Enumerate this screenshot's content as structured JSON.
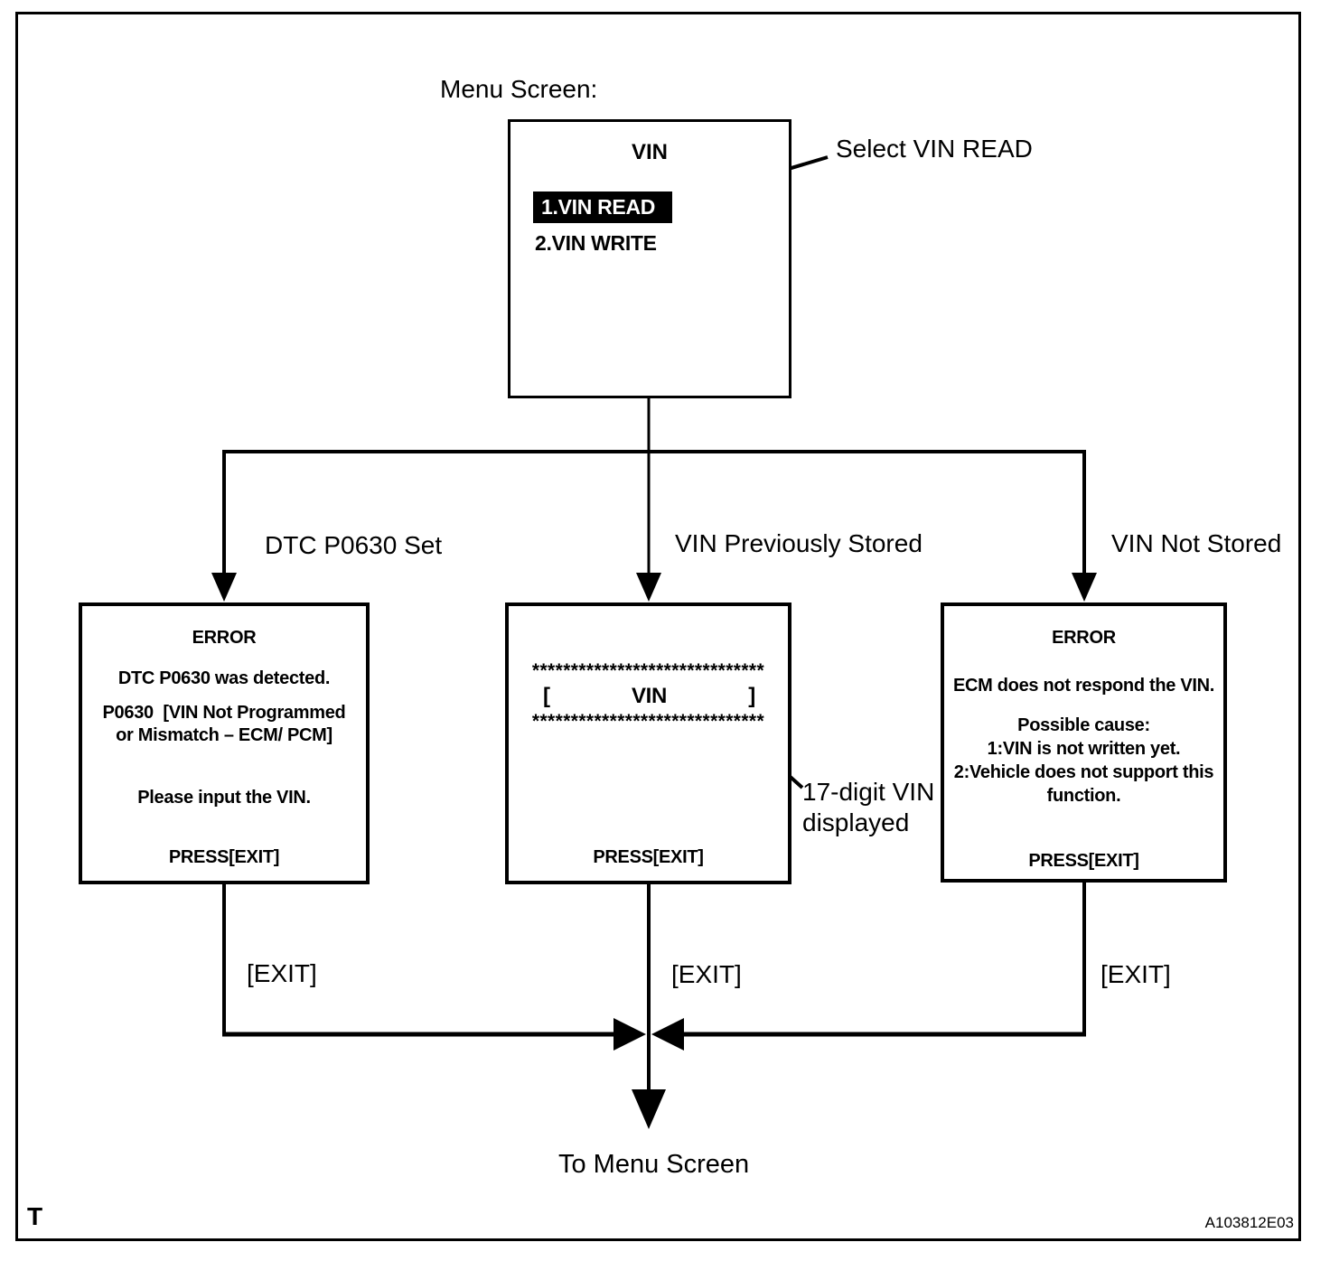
{
  "diagram": {
    "title": "Menu Screen:",
    "corner_letter": "T",
    "figure_code": "A103812E03",
    "footer_label": "To Menu Screen",
    "menu_screen": {
      "title": "VIN",
      "items": [
        {
          "label": "1.VIN READ",
          "selected": true
        },
        {
          "label": "2.VIN WRITE",
          "selected": false
        }
      ],
      "callout": "Select VIN READ"
    },
    "branches": [
      {
        "label": "DTC P0630 Set"
      },
      {
        "label": "VIN Previously Stored"
      },
      {
        "label": "VIN Not Stored"
      }
    ],
    "screens": {
      "dtc_error": {
        "title": "ERROR",
        "lines": [
          "DTC P0630 was detected.",
          "P0630  [VIN Not Programmed",
          "or Mismatch – ECM/ PCM]",
          "Please input the VIN."
        ],
        "footer": "PRESS[EXIT]"
      },
      "vin_display": {
        "asterisks": "******************************",
        "bracket_open": "[",
        "label": "VIN",
        "bracket_close": "]",
        "footer": "PRESS[EXIT]",
        "callout": "17-digit VIN displayed"
      },
      "ecm_error": {
        "title": "ERROR",
        "lines": [
          "ECM does not respond the VIN.",
          "Possible cause:",
          "1:VIN is not written yet.",
          "2:Vehicle does not support this",
          "function."
        ],
        "footer": "PRESS[EXIT]"
      }
    },
    "exit_labels": [
      "[EXIT]",
      "[EXIT]",
      "[EXIT]"
    ]
  },
  "colors": {
    "ink": "#000000",
    "background": "#ffffff",
    "highlight_bg": "#000000",
    "highlight_text": "#ffffff"
  }
}
